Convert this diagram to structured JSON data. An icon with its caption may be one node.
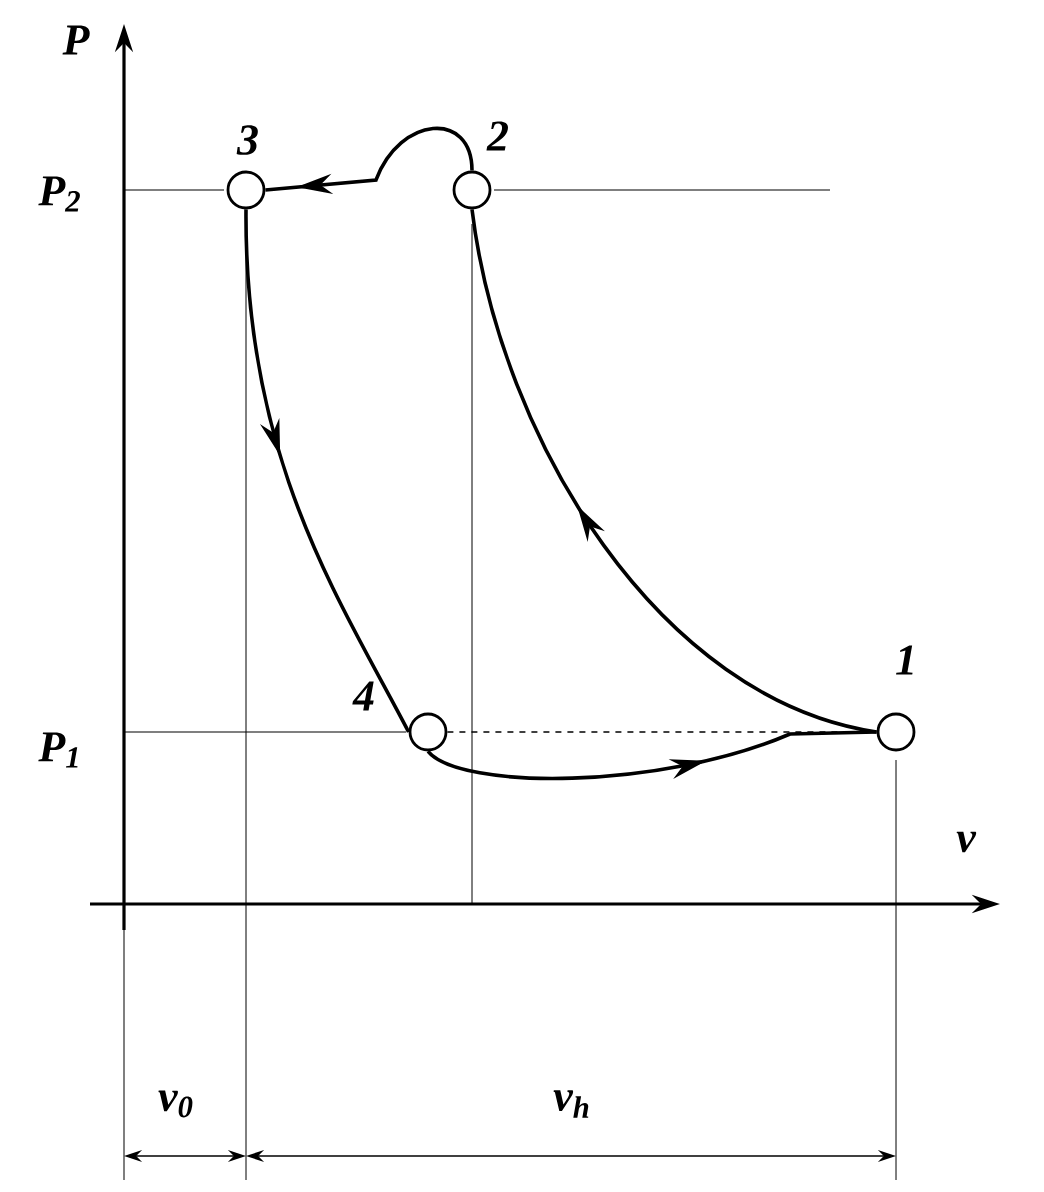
{
  "diagram": {
    "nodes": [
      {
        "text": [],
        "shape": "circle",
        "beside": [
          "1"
        ]
      },
      {
        "text": [],
        "shape": "circle",
        "beside": [
          "2"
        ]
      },
      {
        "text": [],
        "shape": "circle",
        "beside": [
          "3"
        ]
      },
      {
        "text": [],
        "shape": "circle",
        "beside": [
          "4"
        ]
      }
    ],
    "edges": [
      {
        "from": 0,
        "to": 1,
        "arrow": "to"
      },
      {
        "from": 1,
        "to": 2,
        "arrow": "to"
      },
      {
        "from": 2,
        "to": 3,
        "arrow": "to"
      },
      {
        "from": 3,
        "to": 0,
        "arrow": "to"
      },
      {
        "from": 3,
        "to": 0,
        "arrow": "none",
        "style": "dashed"
      }
    ],
    "labels": [
      "P",
      "v",
      "P$_{2}$",
      "P$_{1}$",
      "v$_{0}$",
      "v$_{h}$"
    ]
  }
}
